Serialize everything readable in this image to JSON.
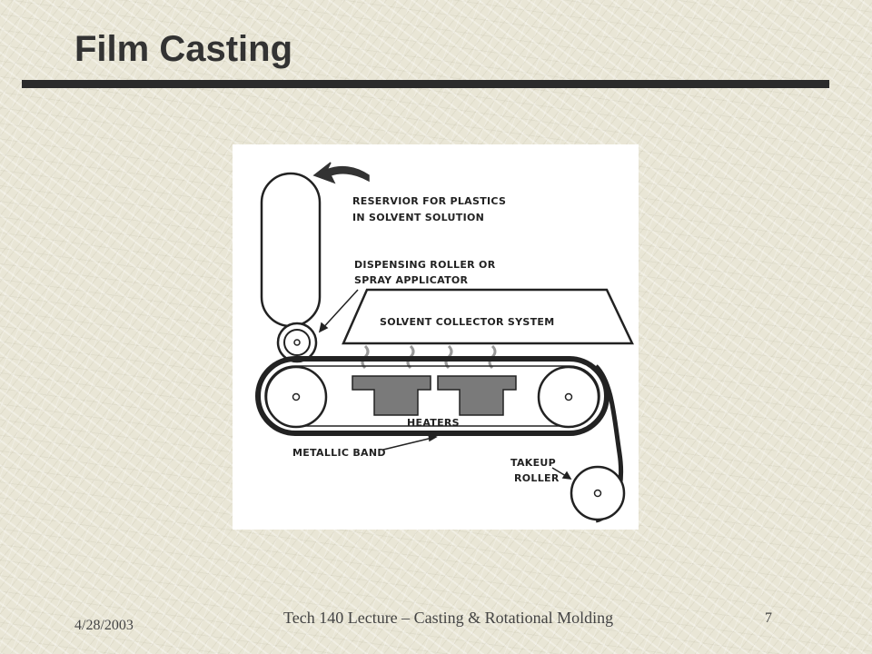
{
  "slide": {
    "title": "Film Casting"
  },
  "diagram": {
    "labels": {
      "reservoir_line1": "RESERVIOR FOR PLASTICS",
      "reservoir_line2": "IN SOLVENT SOLUTION",
      "dispensing_line1": "DISPENSING ROLLER OR",
      "dispensing_line2": "SPRAY APPLICATOR",
      "collector": "SOLVENT COLLECTOR SYSTEM",
      "heaters": "HEATERS",
      "band": "METALLIC BAND",
      "takeup_line1": "TAKEUP",
      "takeup_line2": "ROLLER"
    }
  },
  "footer": {
    "date": "4/28/2003",
    "course": "Tech 140 Lecture – Casting & Rotational Molding",
    "page": "7"
  }
}
